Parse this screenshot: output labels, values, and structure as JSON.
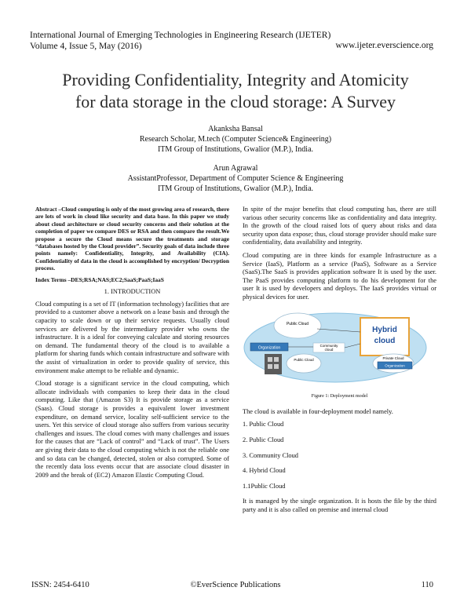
{
  "header": {
    "journal": "International Journal of Emerging Technologies in Engineering Research (IJETER)",
    "volume": "Volume 4, Issue 5, May (2016)",
    "website": "www.ijeter.everscience.org"
  },
  "title_line1": "Providing Confidentiality, Integrity and Atomicity",
  "title_line2": "for data storage in the cloud storage: A Survey",
  "authors": [
    {
      "name": "Akanksha Bansal",
      "role": "Research Scholar, M.tech (Computer Science& Engineering)",
      "affiliation": "ITM Group of Institutions, Gwalior (M.P.), India."
    },
    {
      "name": "Arun Agrawal",
      "role": "AssistantProfessor, Department of Computer Science & Engineering",
      "affiliation": "ITM Group of Institutions, Gwalior (M.P.), India."
    }
  ],
  "abstract": "Abstract –Cloud computing is only of the most growing area of research, there are lots of work in cloud like security and data base. In this paper we study about cloud architecture or cloud security concerns and their solution at the completion of paper we compare DES or RSA and then compare the result.We propose a secure the Cloud means secure the treatments and storage “databases hosted by the Cloud provider”. Security goals of data include three points namely: Confidentiality, Integrity, and Availability (CIA). Confidentiality of data in the cloud is accomplished by encryption/ Decryption process.",
  "index_terms": "Index Terms –DES;RSA;NAS;EC2;SaaS;PaaS;IaaS",
  "section1_heading": "1. INTRODUCTION",
  "left_paragraphs": [
    "Cloud computing is a set of IT (information technology) facilities that are provided to a customer above a network on a lease basis and through the capacity to scale down or up their service requests. Usually cloud services are delivered by the intermediary provider who owns the infrastructure. It is a ideal for conveying calculate and storing resources on demand. The fundamental theory of the cloud is to available a platform for sharing funds which contain infrastructure and software with the assist of virtualization in order to provide quality of service, this environment make attempt to be reliable and dynamic.",
    "Cloud storage is a significant service in the cloud computing, which allocate individuals with companies to keep their data in the cloud computing. Like that (Amazon S3)  It is provide storage as a service (Saas). Cloud storage is provides a equivalent lower investment expenditure, on demand service, locality self-sufficient service to the users. Yet this service of cloud storage also suffers from various security challenges and issues. The cloud comes with many challenges and issues for the causes that are “Lack of control” and “Lack of trust”. The Users are giving their data to the cloud computing which is not the reliable one and so data can be changed, detected, stolen or also corrupted. Some of the recently data loss events occur that are associate cloud disaster in 2009 and the break of (EC2) Amazon Elastic Computing Cloud."
  ],
  "right_paragraphs": [
    "In spite of the major benefits that cloud computing has, there are still various other security concerns like as confidentiality and data integrity. In the growth of the cloud raised lots of query about risks and data security upon data expose; thus, cloud storage provider should make sure confidentiality, data availability and integrity.",
    "Cloud computing are in three kinds for example Infrastructure as a Service (IaaS), Platform as a service (PaaS), Software as a Service (SaaS).The SaaS is provides application software It is used by the user. The PaaS provides computing platform to do his development for the user It is used by developers and deploys. The IaaS provides virtual or physical devices for user."
  ],
  "figure": {
    "labels": {
      "public_cloud": "Public Cloud",
      "hybrid": "Hybrid",
      "cloud": "cloud",
      "organization_left": "Organization",
      "community": "Community",
      "cloud2": "cloud",
      "public_cloud2": "Public Cloud",
      "private_cloud": "Private Cloud",
      "organization_right": "Organization"
    },
    "caption": "Figure 1: Deployment model"
  },
  "deploy_intro": "The cloud is available in four-deployment model namely.",
  "deploy_list": [
    "1. Public Cloud",
    "2. Public Cloud",
    "3. Community Cloud",
    "4. Hybrid Cloud",
    "1.1Public Cloud"
  ],
  "last_paragraph": "It is managed by the single organization. It is hosts the file by the third party and it is also called on premise and internal cloud",
  "footer": {
    "issn": "ISSN: 2454-6410",
    "publisher": "©EverScience Publications",
    "page": "110"
  }
}
